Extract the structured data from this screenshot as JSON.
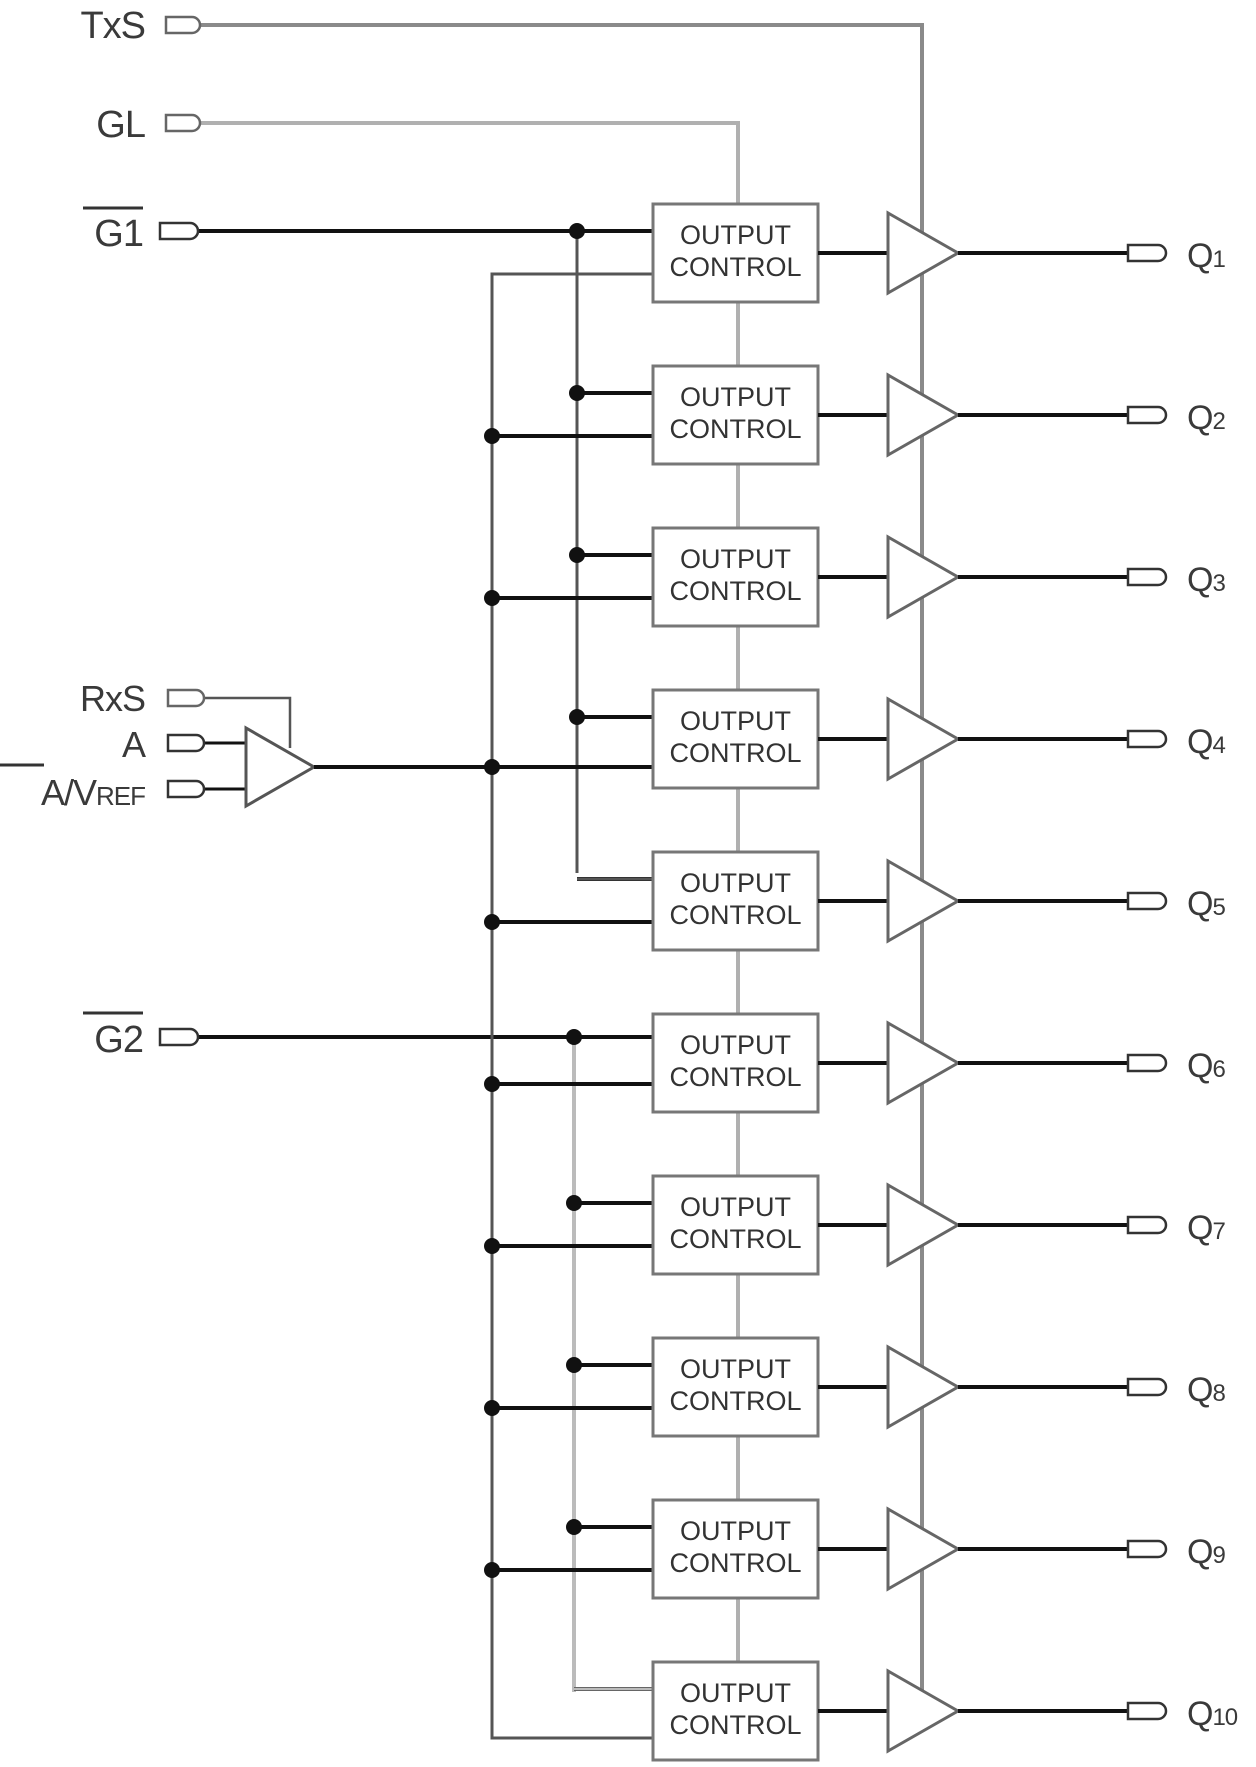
{
  "inputs": {
    "txs": "TxS",
    "gl": "GL",
    "g1": "G1",
    "rxs": "RxS",
    "a": "A",
    "a_vref_main": "A/V",
    "a_vref_sub": "REF",
    "g2": "G2"
  },
  "blocks": [
    {
      "line1": "OUTPUT",
      "line2": "CONTROL",
      "output": "Q",
      "sub": "1"
    },
    {
      "line1": "OUTPUT",
      "line2": "CONTROL",
      "output": "Q",
      "sub": "2"
    },
    {
      "line1": "OUTPUT",
      "line2": "CONTROL",
      "output": "Q",
      "sub": "3"
    },
    {
      "line1": "OUTPUT",
      "line2": "CONTROL",
      "output": "Q",
      "sub": "4"
    },
    {
      "line1": "OUTPUT",
      "line2": "CONTROL",
      "output": "Q",
      "sub": "5"
    },
    {
      "line1": "OUTPUT",
      "line2": "CONTROL",
      "output": "Q",
      "sub": "6"
    },
    {
      "line1": "OUTPUT",
      "line2": "CONTROL",
      "output": "Q",
      "sub": "7"
    },
    {
      "line1": "OUTPUT",
      "line2": "CONTROL",
      "output": "Q",
      "sub": "8"
    },
    {
      "line1": "OUTPUT",
      "line2": "CONTROL",
      "output": "Q",
      "sub": "9"
    },
    {
      "line1": "OUTPUT",
      "line2": "CONTROL",
      "output": "Q",
      "sub": "10"
    }
  ]
}
